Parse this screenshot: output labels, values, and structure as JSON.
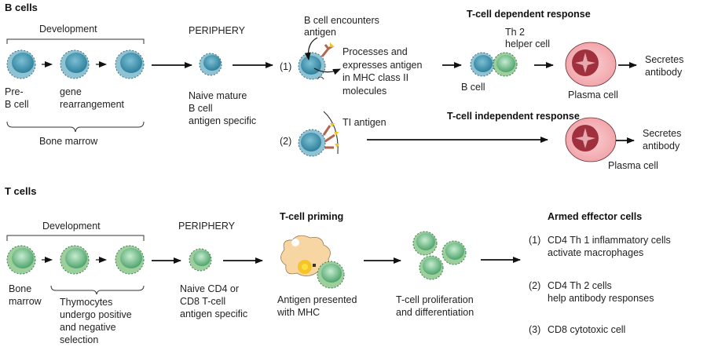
{
  "colors": {
    "b_cell_fill": "#8cc0d0",
    "b_cell_nucleus": "#3a8aa5",
    "t_cell_fill": "#9ccf9c",
    "t_cell_nucleus": "#5aae7a",
    "plasma_fill": "#f4b4b8",
    "plasma_nucleus": "#a0303e",
    "apc_fill": "#f7d6a4",
    "antigen_yellow": "#f4c21c",
    "receptor_brown": "#b0664e"
  },
  "b_cells": {
    "title": "B cells",
    "development_label": "Development",
    "periphery_label": "PERIPHERY",
    "bone_marrow_label": "Bone marrow",
    "pre_b_cell_label": "Pre-\nB cell",
    "gene_rearrangement_label": "gene\nrearrangement",
    "naive_label": "Naive mature\nB cell\nantigen specific",
    "encounter_label": "B cell encounters\nantigen",
    "path1_marker": "(1)",
    "path2_marker": "(2)",
    "processes_label": "Processes and\nexpresses antigen\nin MHC class II\nmolecules",
    "ti_antigen_label": "TI antigen",
    "dependent_title": "T-cell dependent response",
    "th2_label": "Th 2\nhelper cell",
    "b_cell_label": "B cell",
    "plasma_cell_label_1": "Plasma cell",
    "secretes_label_1": "Secretes\nantibody",
    "independent_title": "T-cell independent response",
    "plasma_cell_label_2": "Plasma cell",
    "secretes_label_2": "Secretes\nantibody"
  },
  "t_cells": {
    "title": "T cells",
    "development_label": "Development",
    "periphery_label": "PERIPHERY",
    "bone_marrow_label": "Bone\nmarrow",
    "thymocytes_label": "Thymocytes\nundergo positive\nand negative\nselection",
    "naive_label": "Naive CD4 or\nCD8 T-cell\nantigen specific",
    "priming_title": "T-cell priming",
    "antigen_presented_label": "Antigen presented\nwith MHC",
    "proliferation_label": "T-cell proliferation\nand differentiation",
    "effector_title": "Armed effector cells",
    "effectors": [
      {
        "marker": "(1)",
        "text": "CD4 Th 1 inflammatory cells\nactivate macrophages"
      },
      {
        "marker": "(2)",
        "text": "CD4 Th 2 cells\nhelp antibody responses"
      },
      {
        "marker": "(3)",
        "text": "CD8 cytotoxic cell"
      }
    ]
  }
}
